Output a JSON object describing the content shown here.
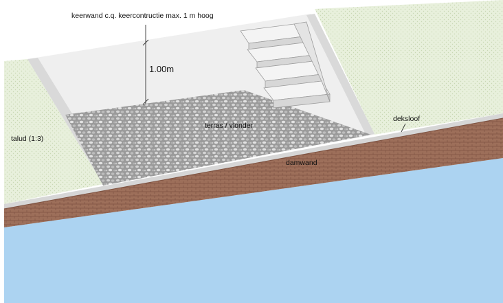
{
  "labels": {
    "wall_note": "keerwand c.q. keercontructie max. 1 m hoog",
    "height_dimension": "1.00m",
    "terrace": "terras / vlonder",
    "slope": "talud (1:3)",
    "capping_beam": "deksloof",
    "sheet_piling": "damwand"
  },
  "colors": {
    "water": "#acd3f1",
    "sheet_piling_brick": "#9a6a55",
    "grass": "#e8f0dc",
    "paving": "#8c8c8c",
    "wall": "#efefef",
    "capping": "#d6d6d6",
    "wall_edge": "#c4c4c4"
  }
}
